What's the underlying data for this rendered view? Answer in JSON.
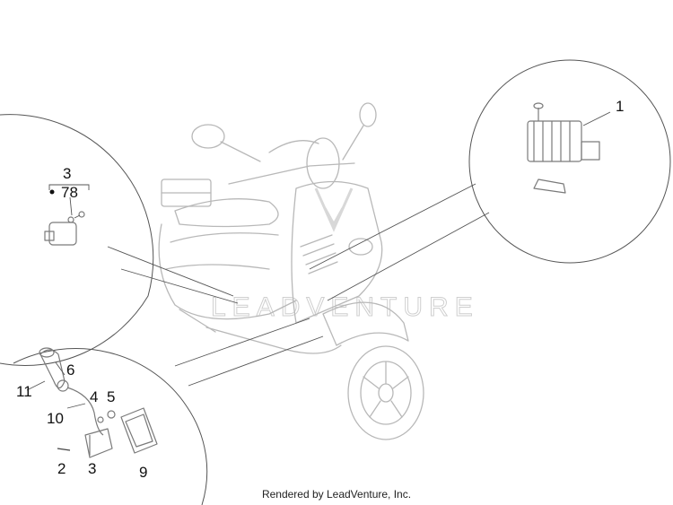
{
  "callouts": [
    {
      "id": "1",
      "label": "1"
    },
    {
      "id": "3-top",
      "label": "3"
    },
    {
      "id": "78",
      "label": "78"
    },
    {
      "id": "6",
      "label": "6"
    },
    {
      "id": "11",
      "label": "11"
    },
    {
      "id": "4",
      "label": "4"
    },
    {
      "id": "5",
      "label": "5"
    },
    {
      "id": "10",
      "label": "10"
    },
    {
      "id": "2",
      "label": "2"
    },
    {
      "id": "3-bottom",
      "label": "3"
    },
    {
      "id": "9",
      "label": "9"
    }
  ],
  "watermark": "LEADVENTURE",
  "footer": "Rendered by LeadVenture, Inc.",
  "colors": {
    "line": "#b8b8b8",
    "part": "#7a7a7a",
    "text": "#111111"
  }
}
